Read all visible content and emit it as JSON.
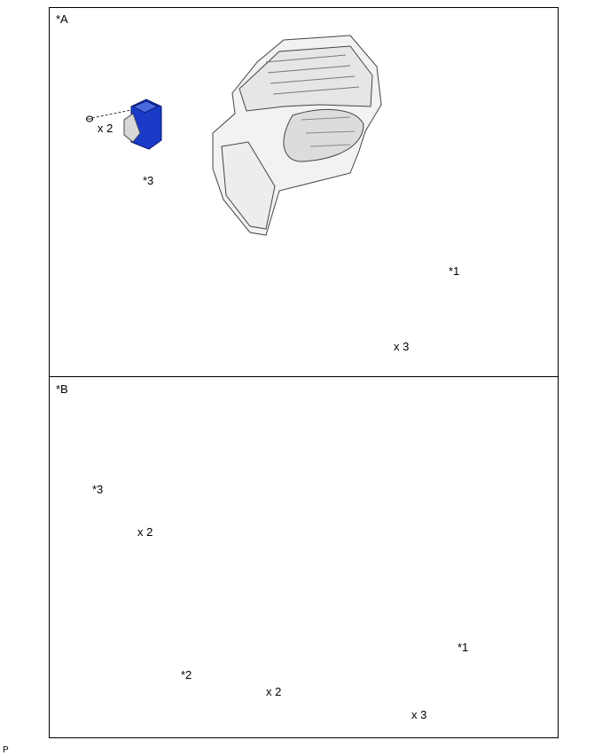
{
  "panel_a": {
    "tag": "*A",
    "callouts": {
      "c1": "*1",
      "c3": "*3",
      "qty_screw_left": "x 2",
      "qty_screw_motor": "x 3"
    }
  },
  "panel_b": {
    "tag": "*B",
    "callouts": {
      "c1": "*1",
      "c2": "*2",
      "c3": "*3",
      "qty_screw_servo": "x 2",
      "qty_screw_resistor": "x 2",
      "qty_screw_motor": "x 3"
    }
  },
  "footer": {
    "code": "P"
  },
  "colors": {
    "highlight": "#1a3ac8",
    "line": "#000000",
    "part_fill": "#f2f2f2"
  }
}
